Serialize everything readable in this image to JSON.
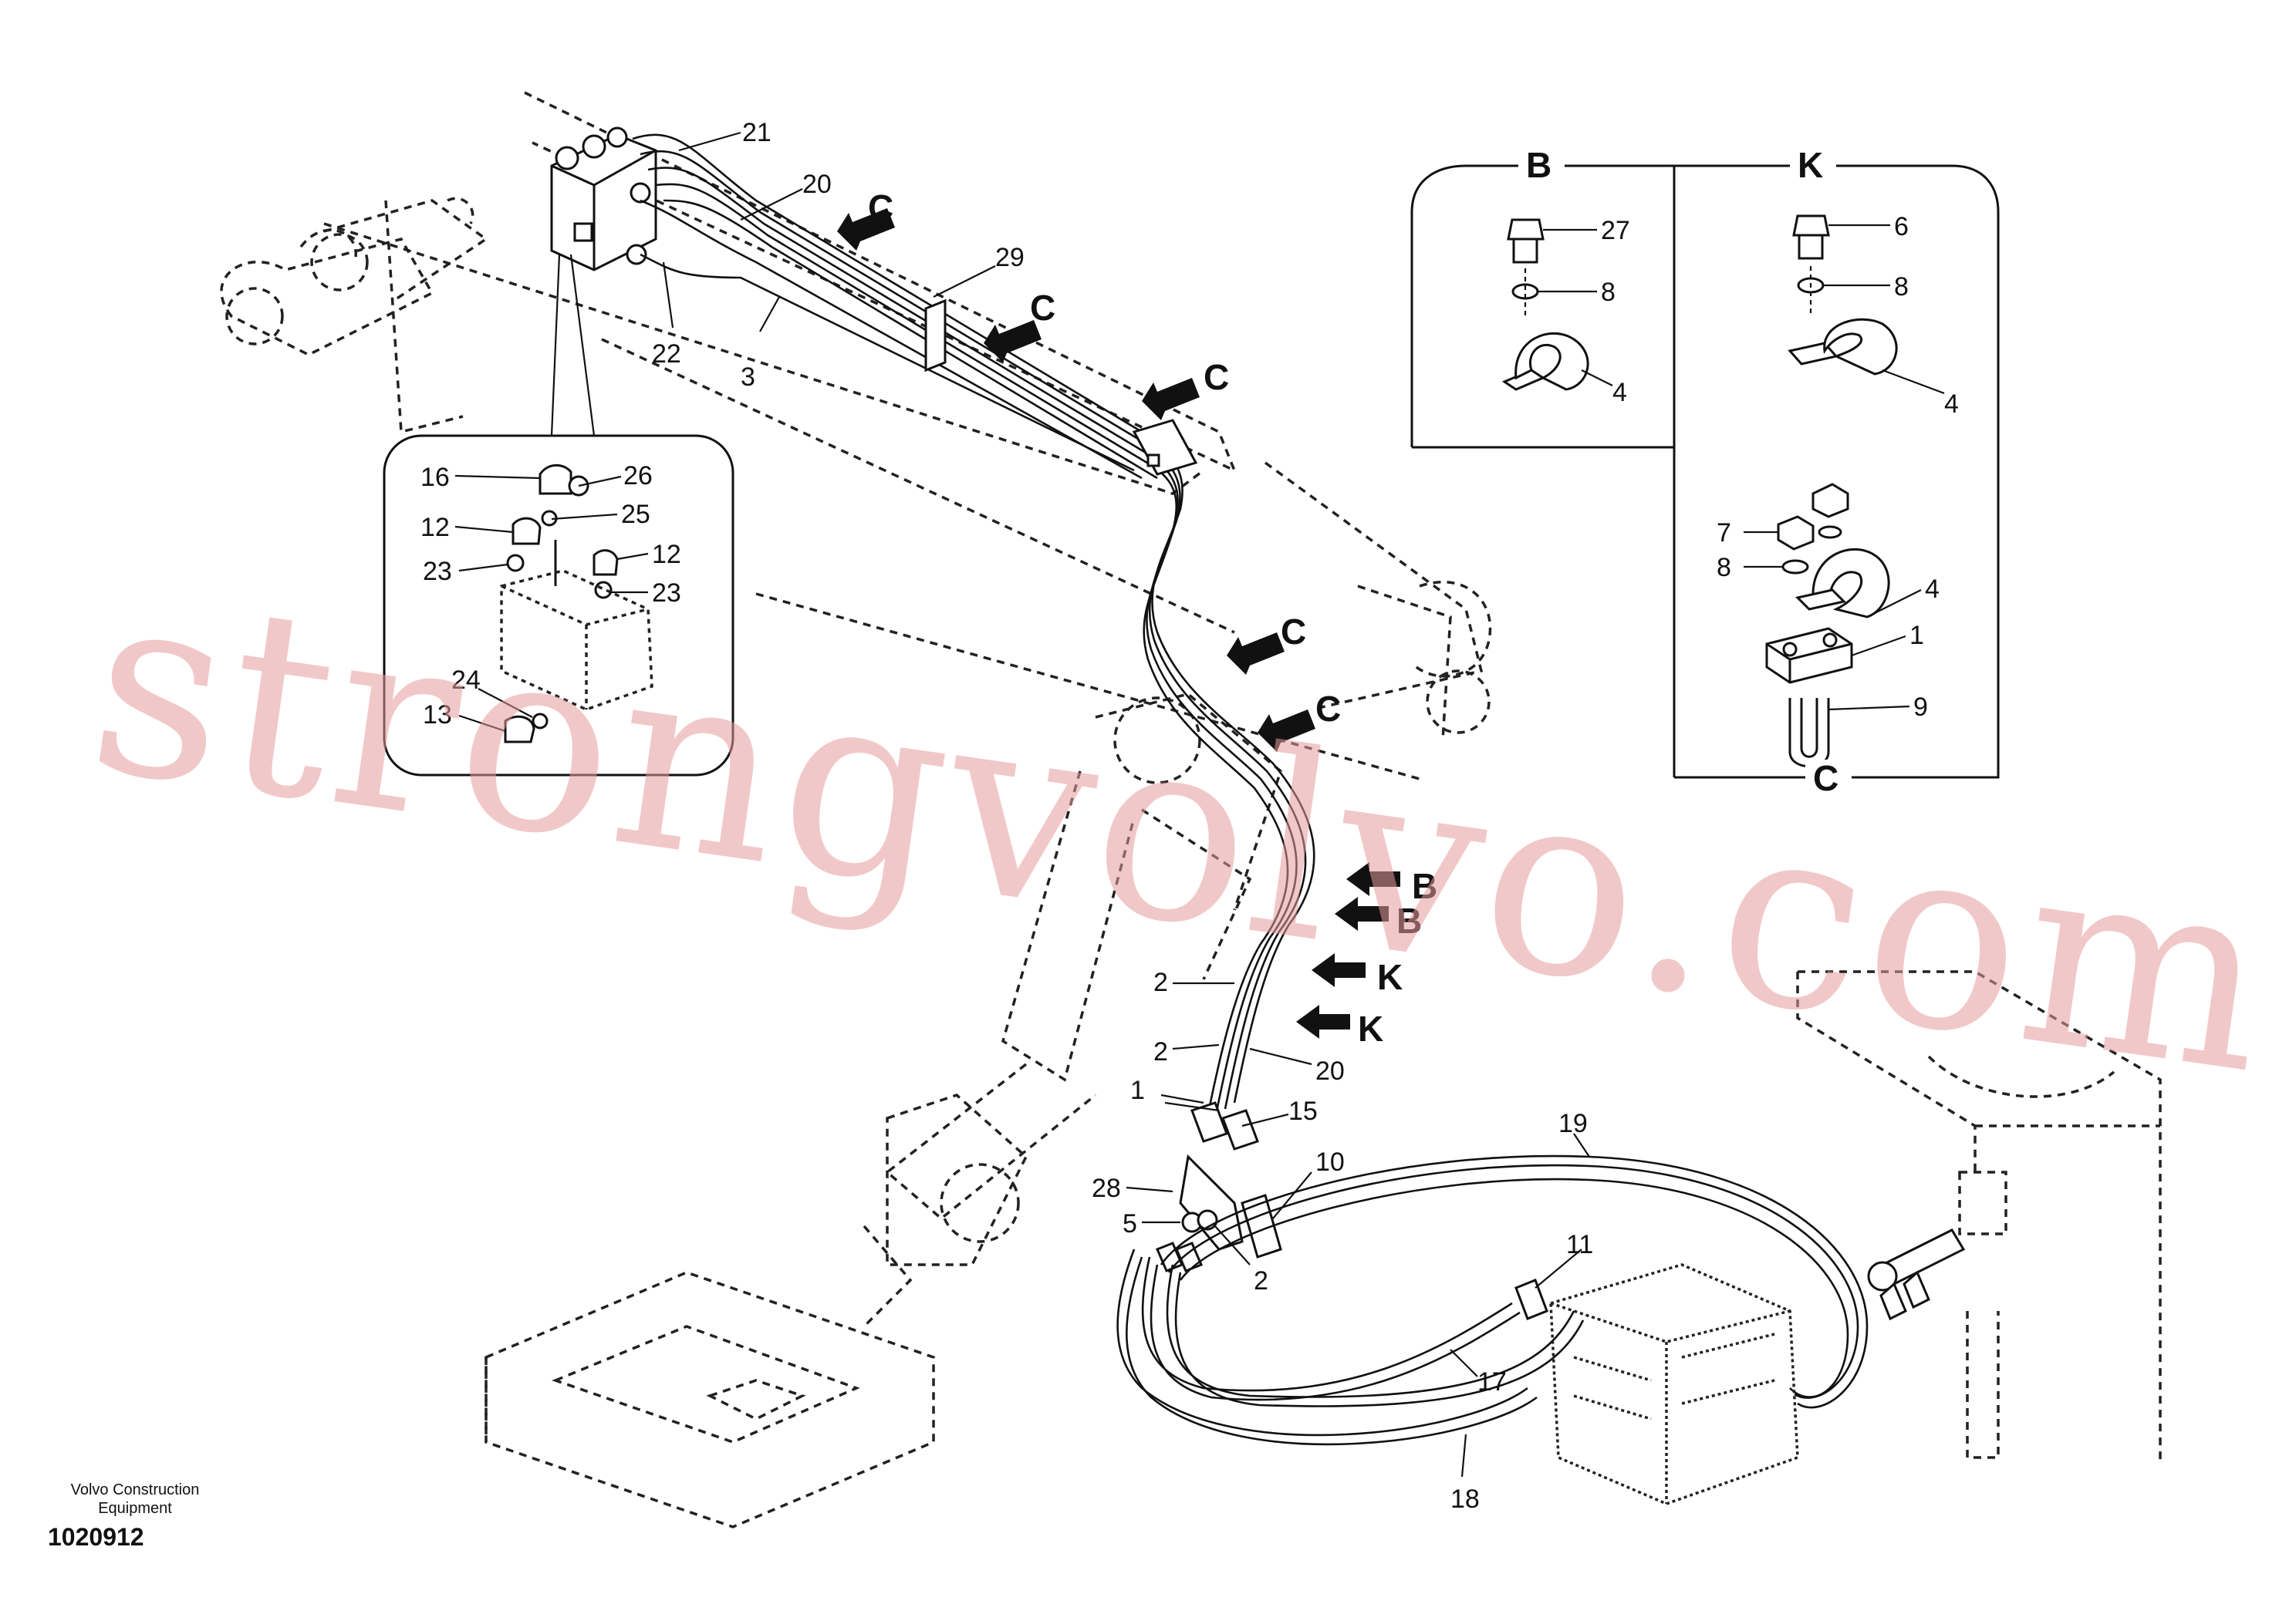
{
  "watermark": "strongvolvo.com",
  "footer": {
    "company_line1": "Volvo Construction",
    "company_line2": "Equipment",
    "drawing_number": "1020912"
  },
  "views": {
    "b": "B",
    "k": "K",
    "c": "C"
  },
  "view_arrows": [
    "C",
    "C",
    "C",
    "C",
    "C",
    "B",
    "B",
    "K",
    "K"
  ],
  "part_labels": {
    "p1": "1",
    "p2": "2",
    "p3": "3",
    "p4": "4",
    "p5": "5",
    "p6": "6",
    "p7": "7",
    "p8": "8",
    "p9": "9",
    "p10": "10",
    "p11": "11",
    "p12": "12",
    "p13": "13",
    "p15": "15",
    "p16": "16",
    "p17": "17",
    "p18": "18",
    "p19": "19",
    "p20": "20",
    "p21": "21",
    "p22": "22",
    "p23": "23",
    "p24": "24",
    "p25": "25",
    "p26": "26",
    "p27": "27",
    "p28": "28",
    "p29": "29"
  }
}
